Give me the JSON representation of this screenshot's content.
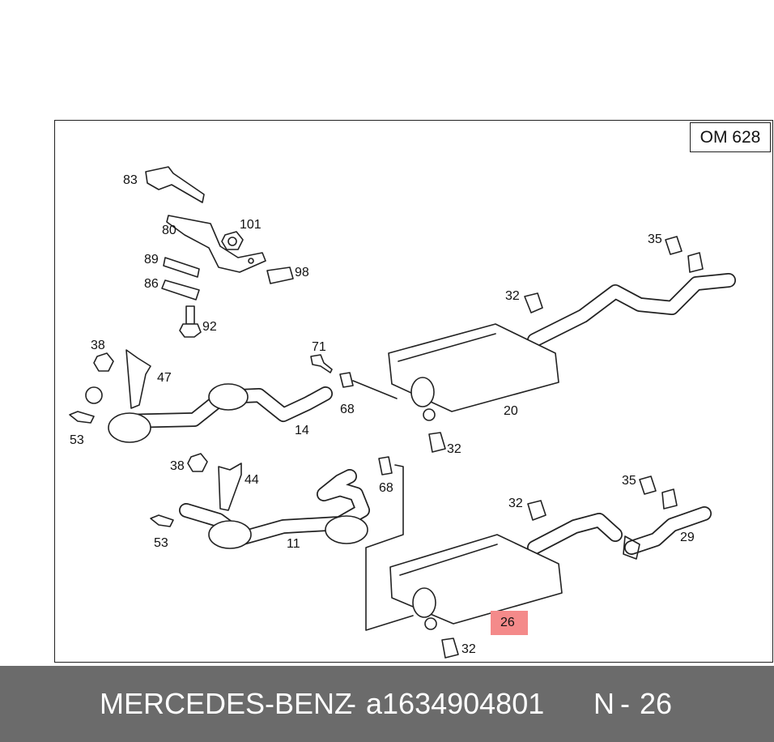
{
  "engine_code": "OM 628",
  "labels": {
    "l83": "83",
    "l80": "80",
    "l101": "101",
    "l89": "89",
    "l98": "98",
    "l86": "86",
    "l92": "92",
    "l71": "71",
    "l38a": "38",
    "l47": "47",
    "l68a": "68",
    "l20": "20",
    "l32a": "32",
    "l32b": "32",
    "l35a": "35",
    "l53a": "53",
    "l14": "14",
    "l38b": "38",
    "l44": "44",
    "l68b": "68",
    "l53b": "53",
    "l11": "11",
    "l32c": "32",
    "l35b": "35",
    "l29": "29",
    "l26": "26",
    "l32d": "32"
  },
  "highlight_color": "#f48a8a",
  "footer": {
    "brand": "MERCEDES-BENZ",
    "separator1": "-",
    "part_number": "a1634904801",
    "ref_prefix": "N",
    "separator2": "-",
    "ref_number": "26"
  }
}
